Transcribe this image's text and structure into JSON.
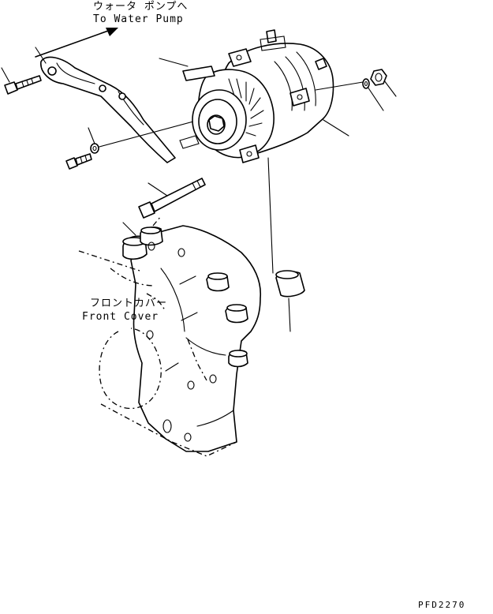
{
  "labels": {
    "water_pump_jp": "ウォータ ポンプへ",
    "water_pump_en": "To Water Pump",
    "front_cover_jp": "フロントカバー",
    "front_cover_en": "Front Cover"
  },
  "drawing_code": "PFD2270"
}
